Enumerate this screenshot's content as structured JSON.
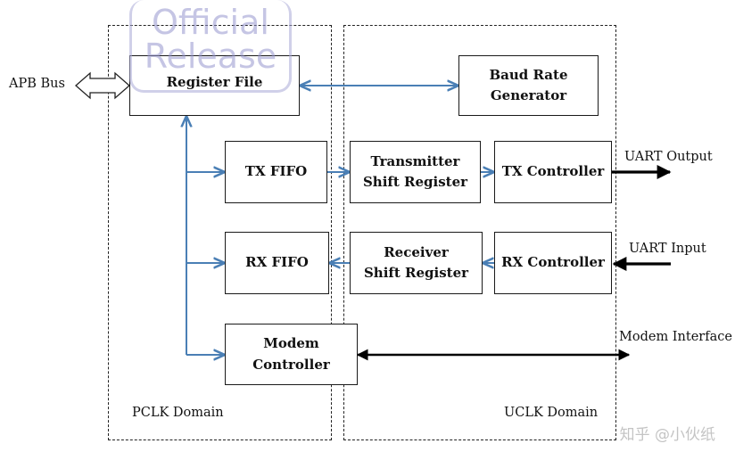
{
  "blocks": {
    "register_file": "Register File",
    "baud_rate_generator": "Baud Rate\nGenerator",
    "tx_fifo": "TX FIFO",
    "rx_fifo": "RX FIFO",
    "transmitter_shift_register": "Transmitter\nShift Register",
    "receiver_shift_register": "Receiver\nShift Register",
    "tx_controller": "TX Controller",
    "rx_controller": "RX Controller",
    "modem_controller": "Modem\nController"
  },
  "labels": {
    "apb_bus": "APB Bus",
    "uart_output": "UART Output",
    "uart_input": "UART Input",
    "modem_interface": "Modem Interface",
    "pclk_domain": "PCLK Domain",
    "uclk_domain": "UCLK Domain"
  },
  "watermark": "Official\nRelease",
  "credit": "知乎 @小伙纸",
  "colors": {
    "flow_arrow": "#4a7fb5",
    "io_arrow": "#000000",
    "block_border": "#1a1a1a"
  }
}
